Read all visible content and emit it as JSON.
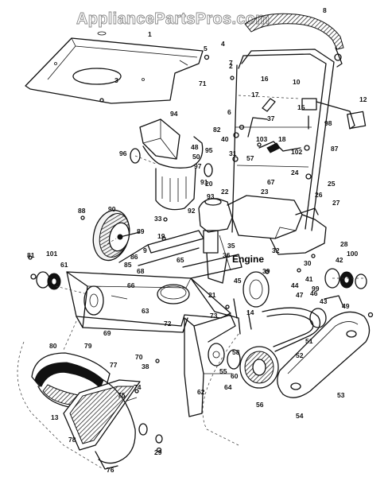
{
  "watermark": "AppliancePartsPros.com",
  "engine_label": "Engine",
  "labels": {
    "n1": "1",
    "n2": "2",
    "n3": "3",
    "n4": "4",
    "n5": "5",
    "n6": "6",
    "n7": "7",
    "n8": "8",
    "n9": "9",
    "n10": "10",
    "n12": "12",
    "n13": "13",
    "n14": "14",
    "n15": "15",
    "n16": "16",
    "n17": "17",
    "n18": "18",
    "n19": "19",
    "n20": "20",
    "n21": "21",
    "n22": "22",
    "n23": "23",
    "n24": "24",
    "n25": "25",
    "n26": "26",
    "n27": "27",
    "n28": "28",
    "n29": "29",
    "n30": "30",
    "n31": "31",
    "n32": "32",
    "n33": "33",
    "n35": "35",
    "n36": "36",
    "n37": "37",
    "n38": "38",
    "n39": "39",
    "n40": "40",
    "n41": "41",
    "n42": "42",
    "n43": "43",
    "n44": "44",
    "n45": "45",
    "n46": "46",
    "n47": "47",
    "n48": "48",
    "n49": "49",
    "n50": "50",
    "n51": "51",
    "n52": "52",
    "n53": "53",
    "n54": "54",
    "n55": "55",
    "n56": "56",
    "n57": "57",
    "n58": "58",
    "n60": "60",
    "n61": "61",
    "n62": "62",
    "n63": "63",
    "n64": "64",
    "n65": "65",
    "n66": "66",
    "n67": "67",
    "n68": "68",
    "n69": "69",
    "n70": "70",
    "n71": "71",
    "n72": "72",
    "n73": "73",
    "n74": "74",
    "n75": "75",
    "n76": "76",
    "n77": "77",
    "n78": "78",
    "n79": "79",
    "n80": "80",
    "n81": "81",
    "n82": "82",
    "n85": "85",
    "n86": "86",
    "n87": "87",
    "n88": "88",
    "n89": "89",
    "n90": "90",
    "n91": "91",
    "n92": "92",
    "n93": "93",
    "n94": "94",
    "n95": "95",
    "n96": "96",
    "n97": "97",
    "n98": "98",
    "n99": "99",
    "n100": "100",
    "n101": "101",
    "n102": "102",
    "n103": "103"
  }
}
